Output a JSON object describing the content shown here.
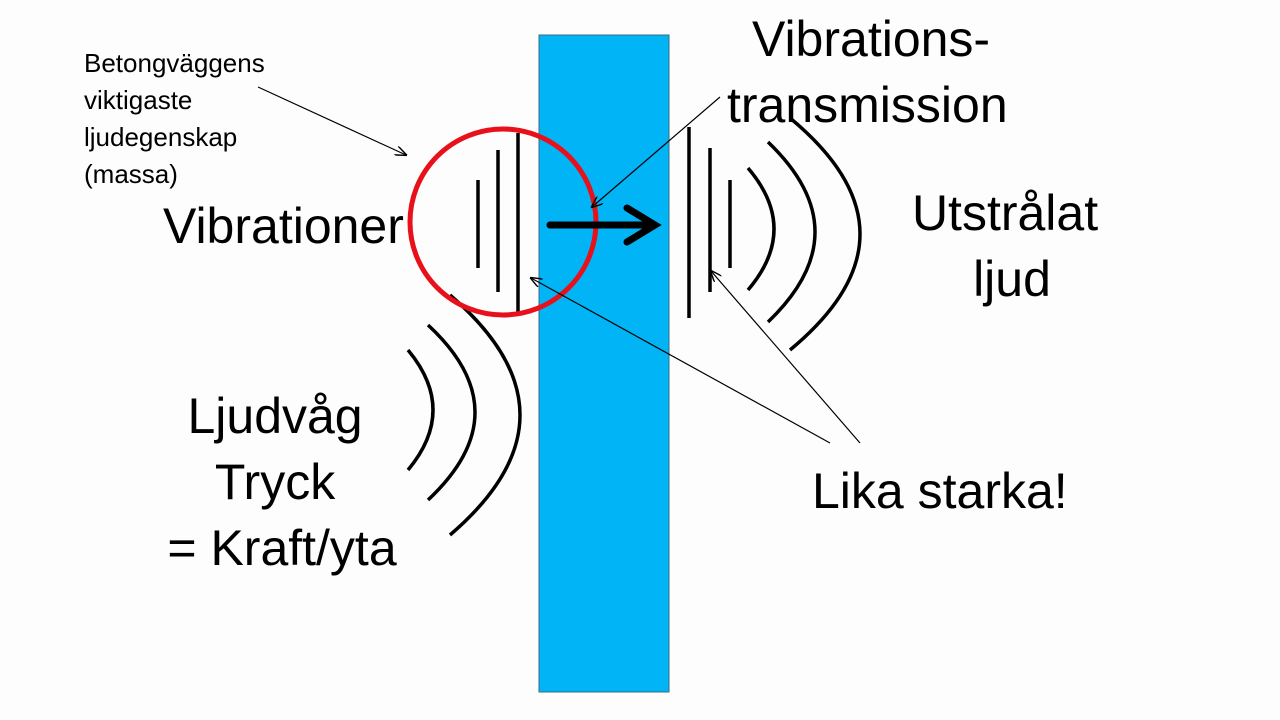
{
  "labels": {
    "mass_note": [
      "Betongväggens",
      "viktigaste",
      "ljudegenskap",
      "(massa)"
    ],
    "vibrations": "Vibrationer",
    "transmission": [
      "Vibrations-",
      "transmission"
    ],
    "radiated": [
      "Utstrålat",
      "ljud"
    ],
    "soundwave": [
      "Ljudvåg",
      "Tryck",
      "= Kraft/yta"
    ],
    "equal": "Lika starka!"
  },
  "colors": {
    "wall": "#00b4f5",
    "circle": "#e8101a",
    "ink": "#000000"
  }
}
